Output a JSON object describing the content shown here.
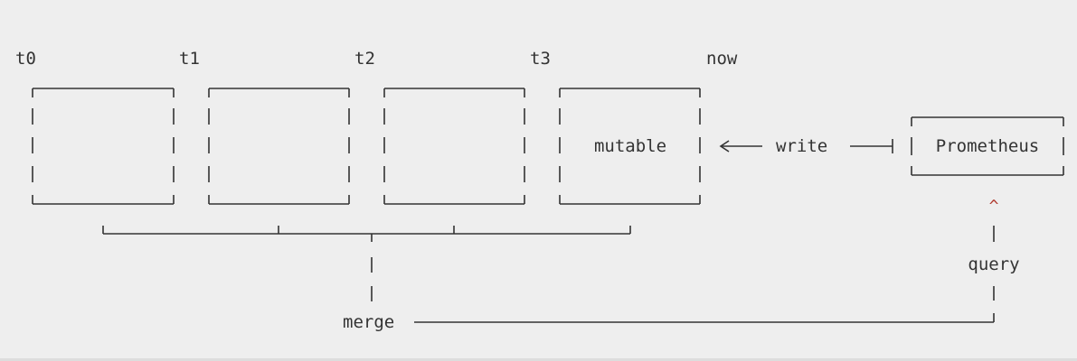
{
  "timeline": {
    "labels": [
      "t0",
      "t1",
      "t2",
      "t3",
      "now"
    ]
  },
  "blocks": [
    {
      "label": ""
    },
    {
      "label": ""
    },
    {
      "label": ""
    },
    {
      "label": "mutable"
    }
  ],
  "flows": {
    "write_label": "write",
    "source_label": "Prometheus",
    "query_label": "query",
    "query_arrow": "^",
    "merge_label": "merge"
  }
}
